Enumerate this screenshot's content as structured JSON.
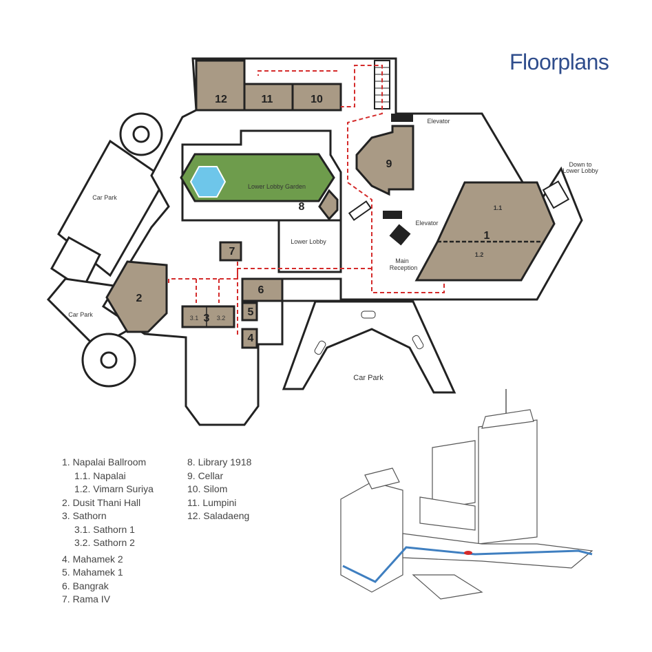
{
  "title": "Floorplans",
  "colors": {
    "room": "#a99a85",
    "garden": "#6e9c4c",
    "pool": "#6ec6ea",
    "route": "#d42a2a",
    "title": "#2f4d8c",
    "level_line": "#3f7fc0"
  },
  "plan": {
    "rooms": {
      "r1": "1",
      "r1_1": "1.1",
      "r1_2": "1.2",
      "r2": "2",
      "r3": "3",
      "r3_1": "3.1",
      "r3_2": "3.2",
      "r4": "4",
      "r5": "5",
      "r6": "6",
      "r7": "7",
      "r8": "8",
      "r9": "9",
      "r10": "10",
      "r11": "11",
      "r12": "12"
    },
    "labels": {
      "car_park": "Car Park",
      "garden": "Lower Lobby Garden",
      "lower_lobby": "Lower Lobby",
      "elevator": "Elevator",
      "down_to_1": "Down to",
      "down_to_2": "Lower Lobby",
      "reception_1": "Main",
      "reception_2": "Reception"
    }
  },
  "legend": {
    "col1": [
      "1. Napalai Ballroom",
      "1.1. Napalai",
      "1.2. Vimarn Suriya",
      "2. Dusit Thani Hall",
      "3. Sathorn",
      "3.1. Sathorn 1",
      "3.2. Sathorn 2",
      "4. Mahamek 2",
      "5. Mahamek 1",
      "6. Bangrak",
      "7. Rama IV"
    ],
    "col2": [
      "8. Library 1918",
      "9. Cellar",
      "10. Silom",
      "11. Lumpini",
      "12. Saladaeng"
    ]
  }
}
